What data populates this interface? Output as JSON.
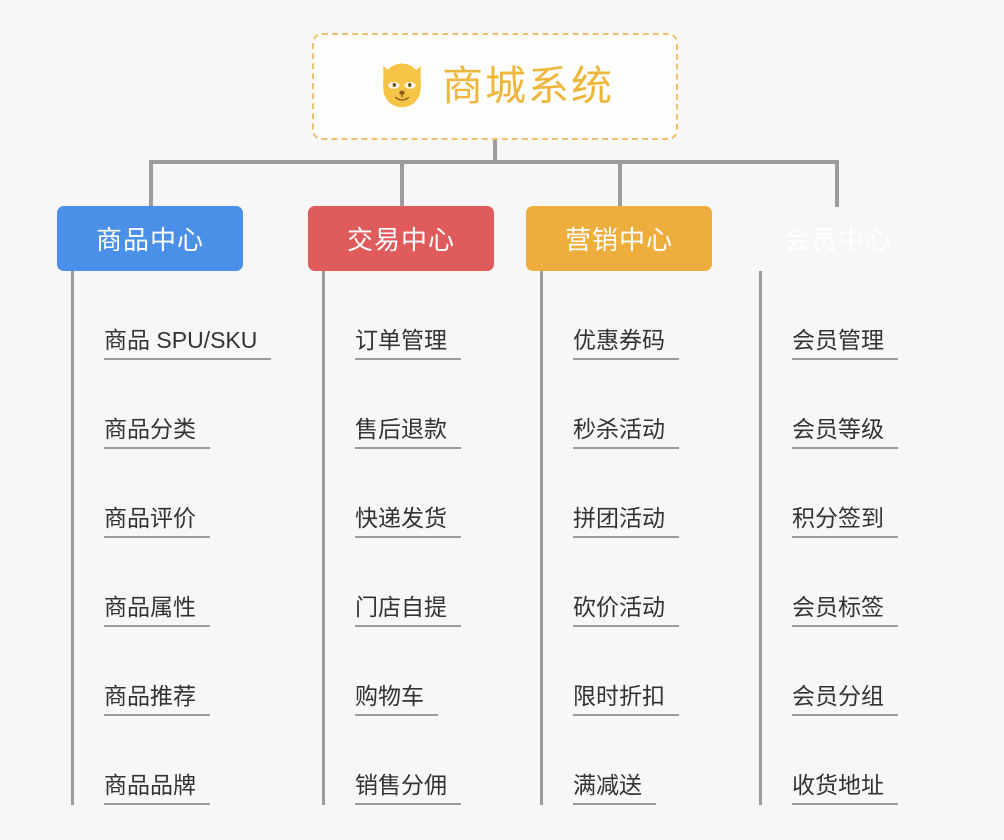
{
  "root": {
    "title": "商城系统",
    "icon": "shiba-dog-icon",
    "border_color": "#f0c070",
    "text_color": "#eeb63b"
  },
  "canvas": {
    "background": "#f7f7f7",
    "connector_color": "#9c9c9c"
  },
  "branches": [
    {
      "label": "商品中心",
      "color": "#4a90e8",
      "items": [
        "商品 SPU/SKU",
        "商品分类",
        "商品评价",
        "商品属性",
        "商品推荐",
        "商品品牌"
      ]
    },
    {
      "label": "交易中心",
      "color": "#e05c5c",
      "items": [
        "订单管理",
        "售后退款",
        "快递发货",
        "门店自提",
        "购物车",
        "销售分佣"
      ]
    },
    {
      "label": "营销中心",
      "color": "#eeae3d",
      "items": [
        "优惠券码",
        "秒杀活动",
        "拼团活动",
        "砍价活动",
        "限时折扣",
        "满减送"
      ]
    },
    {
      "label": "会员中心",
      "color": "#77c council",
      "items": [
        "会员管理",
        "会员等级",
        "积分签到",
        "会员标签",
        "会员分组",
        "收货地址"
      ]
    }
  ]
}
